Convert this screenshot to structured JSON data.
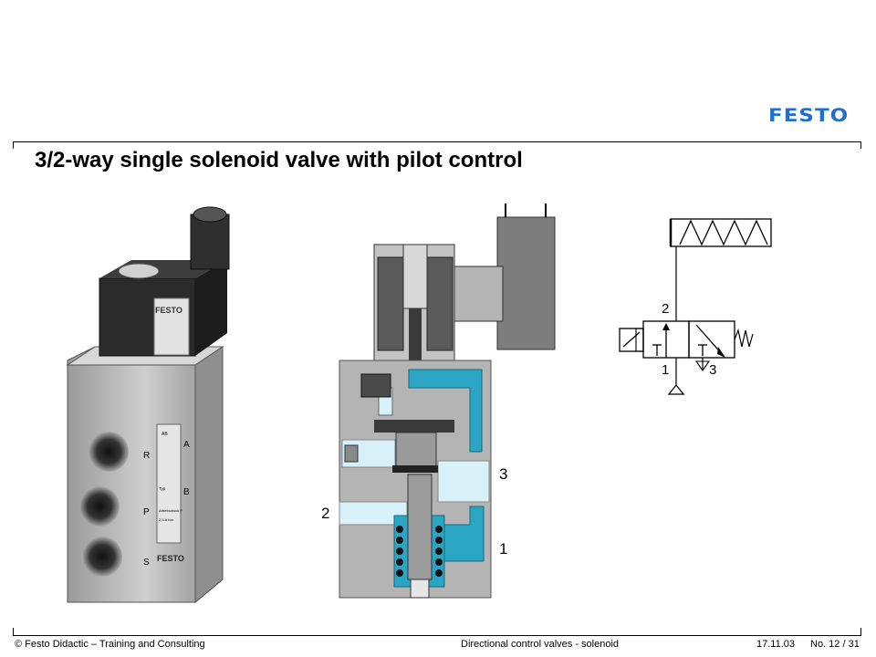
{
  "logo": {
    "text": "FESTO",
    "color": "#1f6fd0"
  },
  "slide": {
    "title": "3/2-way single solenoid valve with pilot control"
  },
  "photo": {
    "labels": [
      "A",
      "B",
      "R",
      "P",
      "S"
    ],
    "brand": "FESTO",
    "plate": [
      "AB",
      "Typ",
      "Arbeitsdruck P",
      "2,5-8 bar"
    ]
  },
  "section": {
    "port_2": "2",
    "port_3": "3",
    "port_1": "1"
  },
  "symbol": {
    "port_2": "2",
    "port_1": "1",
    "port_3": "3"
  },
  "colors": {
    "flow": "#2aa5c4",
    "body": "#b4b4b4",
    "dark": "#4a4a4a",
    "light_flow": "#d8f0f8"
  },
  "footer": {
    "copyright": "© Festo Didactic – Training and Consulting",
    "topic": "Directional control valves - solenoid",
    "date": "17.11.03",
    "page": "No. 12 / 31"
  }
}
